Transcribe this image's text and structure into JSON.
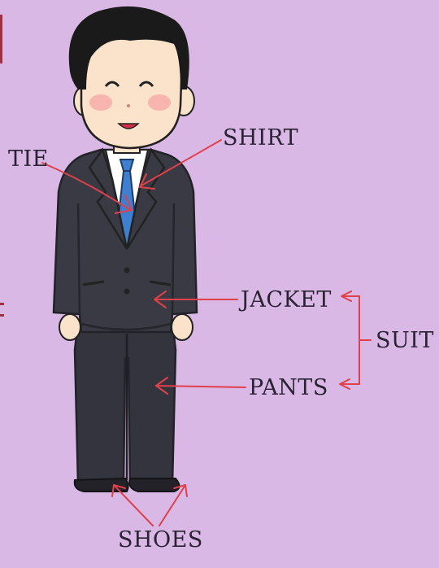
{
  "labels": {
    "tie": "TIE",
    "shirt": "SHIRT",
    "jacket": "JACKET",
    "pants": "PANTS",
    "suit": "SUIT",
    "shoes": "SHOES"
  },
  "colors": {
    "background": "#d9b8e6",
    "suit": "#3a3a44",
    "tie": "#3f7fd0",
    "arrow": "#e0404a",
    "skin": "#fbe3cb",
    "hair": "#1a1a1a"
  }
}
